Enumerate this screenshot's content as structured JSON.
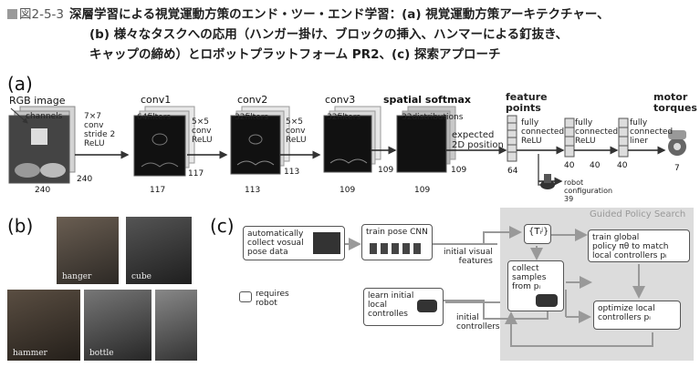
{
  "caption": {
    "fig_no": "図2-5-3",
    "line1": "深層学習による視覚運動方策のエンド・ツー・エンド学習：(a) 視覚運動方策アーキテクチャー、",
    "line2": "(b) 様々なタスクへの応用（ハンガー掛け、ブロックの挿入、ハンマーによる釘抜き、",
    "line3": "キャップの締め）とロボットプラットフォーム PR2、(c) 探索アプローチ"
  },
  "panel_a": {
    "label": "(a)",
    "rgb_image": "RGB image",
    "channels": "channels",
    "dim_240_w": "240",
    "dim_240_h": "240",
    "conv1_op": [
      "7×7",
      "conv",
      "stride 2",
      "ReLU"
    ],
    "conv1": {
      "name": "conv1",
      "filters": "64filters",
      "w": "117",
      "h": "117"
    },
    "conv2_op": [
      "5×5",
      "conv",
      "ReLU"
    ],
    "conv2": {
      "name": "conv2",
      "filters": "32filters",
      "w": "113",
      "h": "113"
    },
    "conv3_op": [
      "5×5",
      "conv",
      "ReLU"
    ],
    "conv3": {
      "name": "conv3",
      "filters": "32filters",
      "w": "109",
      "h": "109"
    },
    "softmax": {
      "name": "spatial softmax",
      "dists": "32distributions",
      "w": "109",
      "h": "109"
    },
    "expected": [
      "expected",
      "2D position"
    ],
    "feature_points": [
      "feature",
      "points"
    ],
    "fp_count": "64",
    "fc1": [
      "fully",
      "connected",
      "ReLU"
    ],
    "fc1_count": "40",
    "fc2": [
      "fully",
      "connected",
      "ReLU"
    ],
    "fc2_count": "40",
    "fc3": [
      "fully",
      "connected",
      "liner"
    ],
    "fc3_count": "40",
    "motor": [
      "motor",
      "torques"
    ],
    "motor_count": "7",
    "robot_config": [
      "robot",
      "configuration",
      "39"
    ]
  },
  "panel_b": {
    "label": "(b)",
    "photos": [
      "hanger",
      "cube",
      "hammer",
      "bottle"
    ]
  },
  "panel_c": {
    "label": "(c)",
    "auto_collect": "automatically collect vosual pose data",
    "train_pose": "train pose CNN",
    "initial_visual": [
      "initial visual",
      "features"
    ],
    "requires_robot": [
      "requires",
      "robot"
    ],
    "learn_initial": [
      "learn initial",
      "local",
      "controlles"
    ],
    "initial_controllers": [
      "initial",
      "controllers"
    ],
    "gps_title": "Guided Policy Search",
    "ti_set": "{Tᵢʲ}",
    "collect": [
      "collect",
      "samples",
      "from pᵢ"
    ],
    "train_global": [
      "train global",
      "policy πθ to match",
      "local controllers pᵢ"
    ],
    "optimize": [
      "optimize local",
      "controllers pᵢ"
    ]
  }
}
